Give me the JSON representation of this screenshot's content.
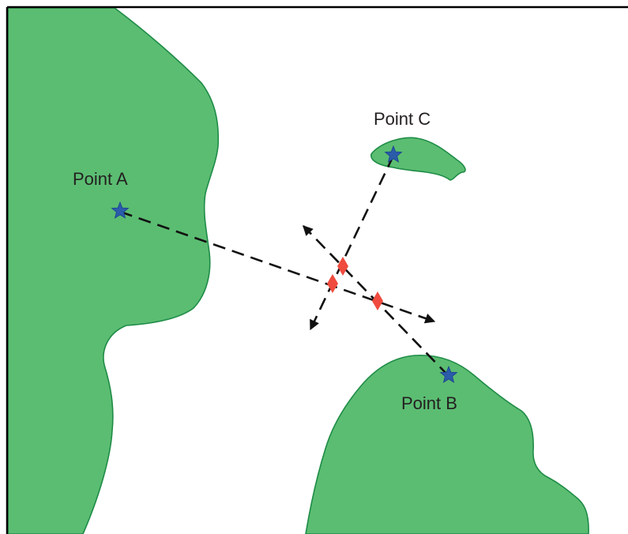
{
  "map": {
    "colors": {
      "land": "#5bbd72",
      "land_border": "#1e8c46",
      "point_star": "#2a5caa",
      "intersection_marker": "#ef4b3e",
      "line": "#111111",
      "frame": "#000000"
    },
    "points": [
      {
        "id": "A",
        "label": "Point A"
      },
      {
        "id": "B",
        "label": "Point B"
      },
      {
        "id": "C",
        "label": "Point C"
      }
    ],
    "intersection_marker_count": 3
  }
}
